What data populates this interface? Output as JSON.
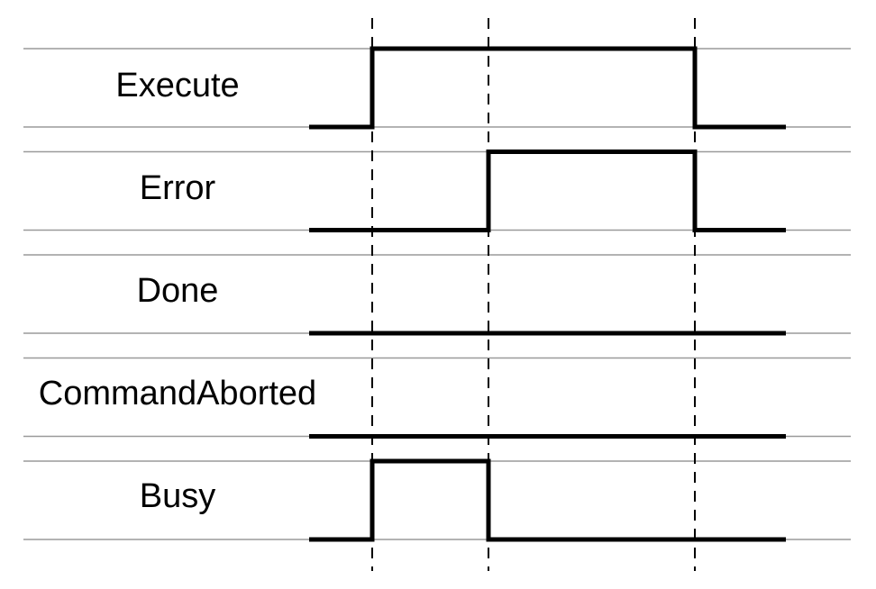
{
  "colors": {
    "signal": "#000000",
    "guide": "#9a9a9a",
    "marker": "#000000",
    "background": "#ffffff"
  },
  "signals": [
    {
      "id": "execute",
      "label": "Execute",
      "levels": [
        0,
        1,
        1,
        0
      ]
    },
    {
      "id": "error",
      "label": "Error",
      "levels": [
        0,
        0,
        1,
        0
      ]
    },
    {
      "id": "done",
      "label": "Done",
      "levels": [
        0,
        0,
        0,
        0
      ]
    },
    {
      "id": "command-aborted",
      "label": "CommandAborted",
      "levels": [
        0,
        0,
        0,
        0
      ]
    },
    {
      "id": "busy",
      "label": "Busy",
      "levels": [
        0,
        1,
        0,
        0
      ]
    }
  ],
  "time_markers": 3
}
